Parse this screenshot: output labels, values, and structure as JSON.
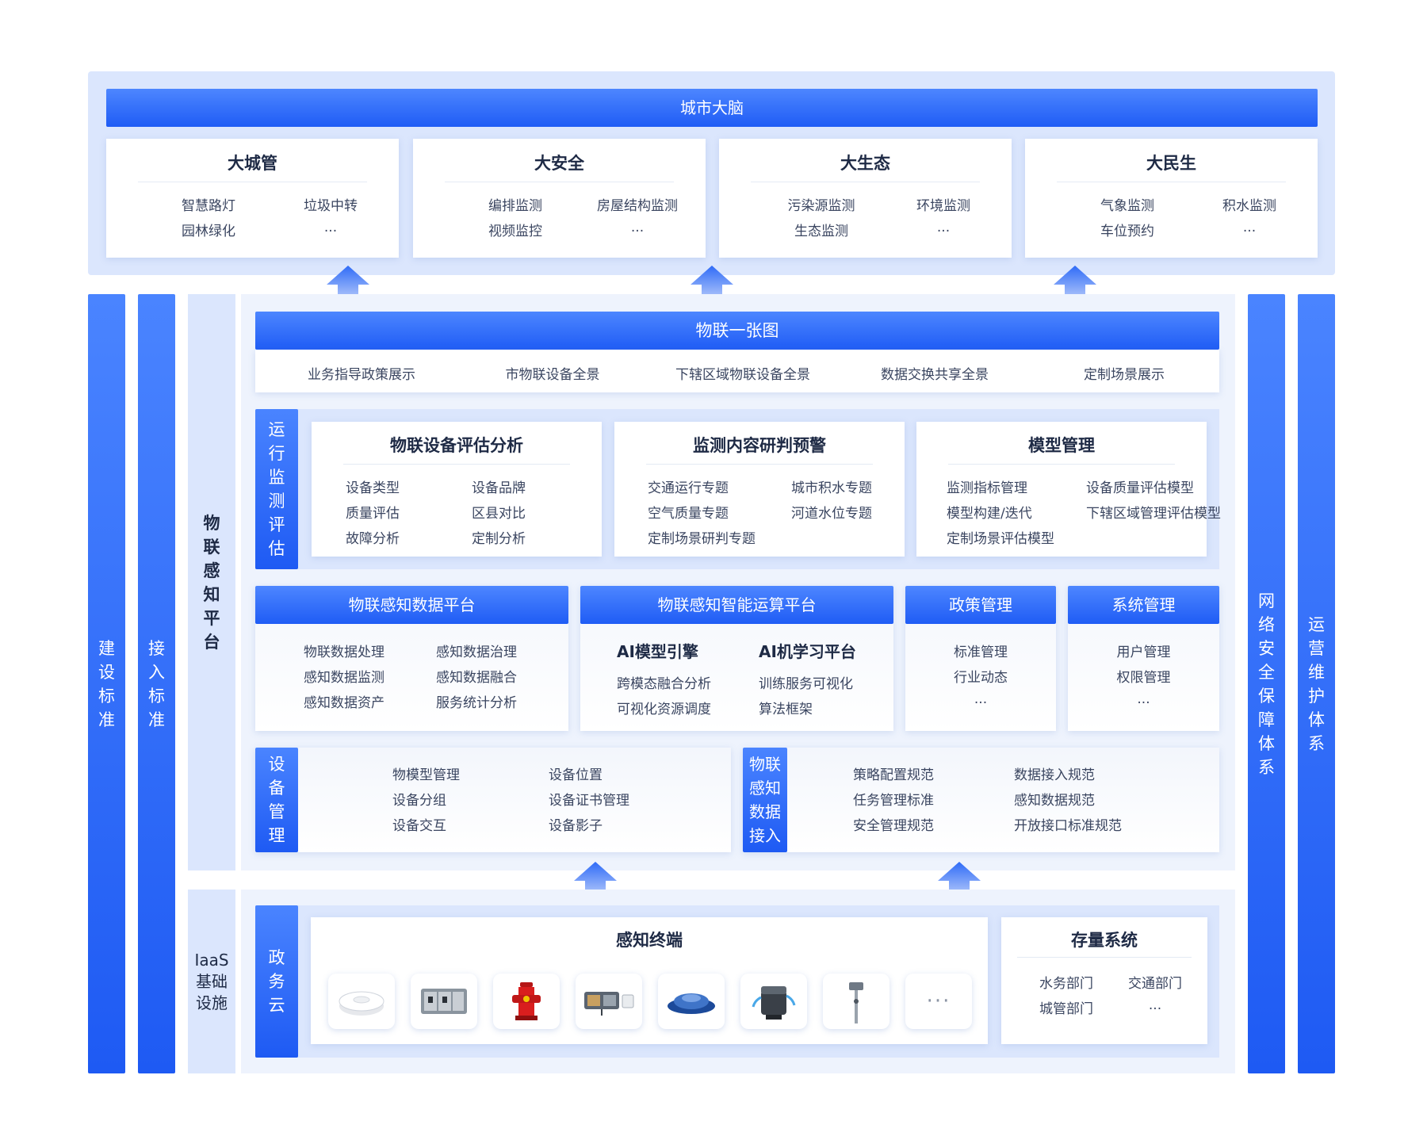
{
  "brain": {
    "title": "城市大脑",
    "cards": [
      {
        "title": "大城管",
        "items": [
          "智慧路灯",
          "垃圾中转",
          "园林绿化",
          "..."
        ]
      },
      {
        "title": "大安全",
        "items": [
          "编排监测",
          "房屋结构监测",
          "视频监控",
          "..."
        ]
      },
      {
        "title": "大生态",
        "items": [
          "污染源监测",
          "环境监测",
          "生态监测",
          "..."
        ]
      },
      {
        "title": "大民生",
        "items": [
          "气象监测",
          "积水监测",
          "车位预约",
          "..."
        ]
      }
    ]
  },
  "side": {
    "left1": "建设标准",
    "left2": "接入标准",
    "platform": "物联感知平台",
    "iaas": "IaaS基础设施",
    "right1": "网络安全保障体系",
    "right2": "运营维护体系"
  },
  "map": {
    "title": "物联一张图",
    "items": [
      "业务指导政策展示",
      "市物联设备全景",
      "下辖区域物联设备全景",
      "数据交换共享全景",
      "定制场景展示"
    ]
  },
  "monitor": {
    "label": "运行监测评估",
    "cards": [
      {
        "title": "物联设备评估分析",
        "items": [
          "设备类型",
          "设备品牌",
          "质量评估",
          "区县对比",
          "故障分析",
          "定制分析"
        ]
      },
      {
        "title": "监测内容研判预警",
        "items": [
          "交通运行专题",
          "城市积水专题",
          "空气质量专题",
          "河道水位专题",
          "定制场景研判专题"
        ]
      },
      {
        "title": "模型管理",
        "items": [
          "监测指标管理",
          "设备质量评估模型",
          "模型构建/迭代",
          "下辖区域管理评估模型",
          "定制场景评估模型"
        ]
      }
    ]
  },
  "platforms": [
    {
      "title": "物联感知数据平台",
      "items": [
        "物联数据处理",
        "感知数据治理",
        "感知数据监测",
        "感知数据融合",
        "感知数据资产",
        "服务统计分析"
      ]
    },
    {
      "title": "物联感知智能运算平台",
      "heads": [
        "AI模型引擎",
        "AI机学习平台"
      ],
      "items": [
        "跨模态融合分析",
        "训练服务可视化",
        "可视化资源调度",
        "算法框架"
      ]
    },
    {
      "title": "政策管理",
      "items": [
        "标准管理",
        "行业动态",
        "..."
      ]
    },
    {
      "title": "系统管理",
      "items": [
        "用户管理",
        "权限管理",
        "..."
      ]
    }
  ],
  "device_mgmt": {
    "label": "设备管理",
    "items": [
      "物模型管理",
      "设备位置",
      "设备分组",
      "设备证书管理",
      "设备交互",
      "设备影子"
    ]
  },
  "data_access": {
    "label": "物联感知数据接入",
    "items": [
      "策略配置规范",
      "数据接入规范",
      "任务管理标准",
      "感知数据规范",
      "安全管理规范",
      "开放接口标准规范"
    ]
  },
  "iaas": {
    "cloud_label": "政务云",
    "terminal_title": "感知终端",
    "devices": [
      "smoke-detector-icon",
      "circuit-breaker-icon",
      "fire-hydrant-icon",
      "sensor-module-icon",
      "water-level-sensor-icon",
      "flow-meter-icon",
      "camera-pole-icon",
      "more-icon"
    ],
    "more": "···",
    "stock_title": "存量系统",
    "stock_items": [
      "水务部门",
      "交通部门",
      "城管部门",
      "..."
    ]
  },
  "colors": {
    "accent": "#2563f5",
    "pale": "#dbe6fd",
    "text": "#2a3550"
  }
}
